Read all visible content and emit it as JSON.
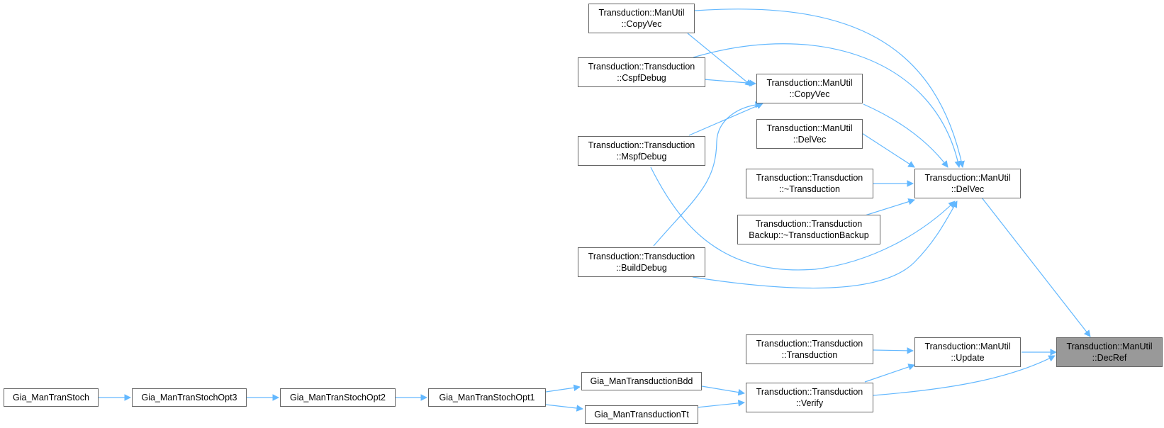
{
  "colors": {
    "edge": "#63b8ff",
    "node_border": "#666666",
    "root_fill": "#999999"
  },
  "nodes": {
    "decref": {
      "line1": "Transduction::ManUtil",
      "line2": "::DecRef"
    },
    "update": {
      "line1": "Transduction::ManUtil",
      "line2": "::Update"
    },
    "delvec": {
      "line1": "Transduction::ManUtil",
      "line2": "::DelVec"
    },
    "verify": {
      "line1": "Transduction::Transduction",
      "line2": "::Verify"
    },
    "transduction_ctor": {
      "line1": "Transduction::Transduction",
      "line2": "::Transduction"
    },
    "copyvec_top": {
      "line1": "Transduction::ManUtil",
      "line2": "::CopyVec"
    },
    "copyvec_mid": {
      "line1": "Transduction::ManUtil",
      "line2": "::CopyVec"
    },
    "delvec_left": {
      "line1": "Transduction::ManUtil",
      "line2": "::DelVec"
    },
    "dtor": {
      "line1": "Transduction::Transduction",
      "line2": "::~Transduction"
    },
    "backup_dtor": {
      "line1": "Transduction::Transduction",
      "line2": "Backup::~TransductionBackup"
    },
    "cspf": {
      "line1": "Transduction::Transduction",
      "line2": "::CspfDebug"
    },
    "mspf": {
      "line1": "Transduction::Transduction",
      "line2": "::MspfDebug"
    },
    "build": {
      "line1": "Transduction::Transduction",
      "line2": "::BuildDebug"
    },
    "bdd": {
      "line1": "Gia_ManTransductionBdd"
    },
    "tt": {
      "line1": "Gia_ManTransductionTt"
    },
    "opt1": {
      "line1": "Gia_ManTranStochOpt1"
    },
    "opt2": {
      "line1": "Gia_ManTranStochOpt2"
    },
    "opt3": {
      "line1": "Gia_ManTranStochOpt3"
    },
    "stoch": {
      "line1": "Gia_ManTranStoch"
    }
  }
}
